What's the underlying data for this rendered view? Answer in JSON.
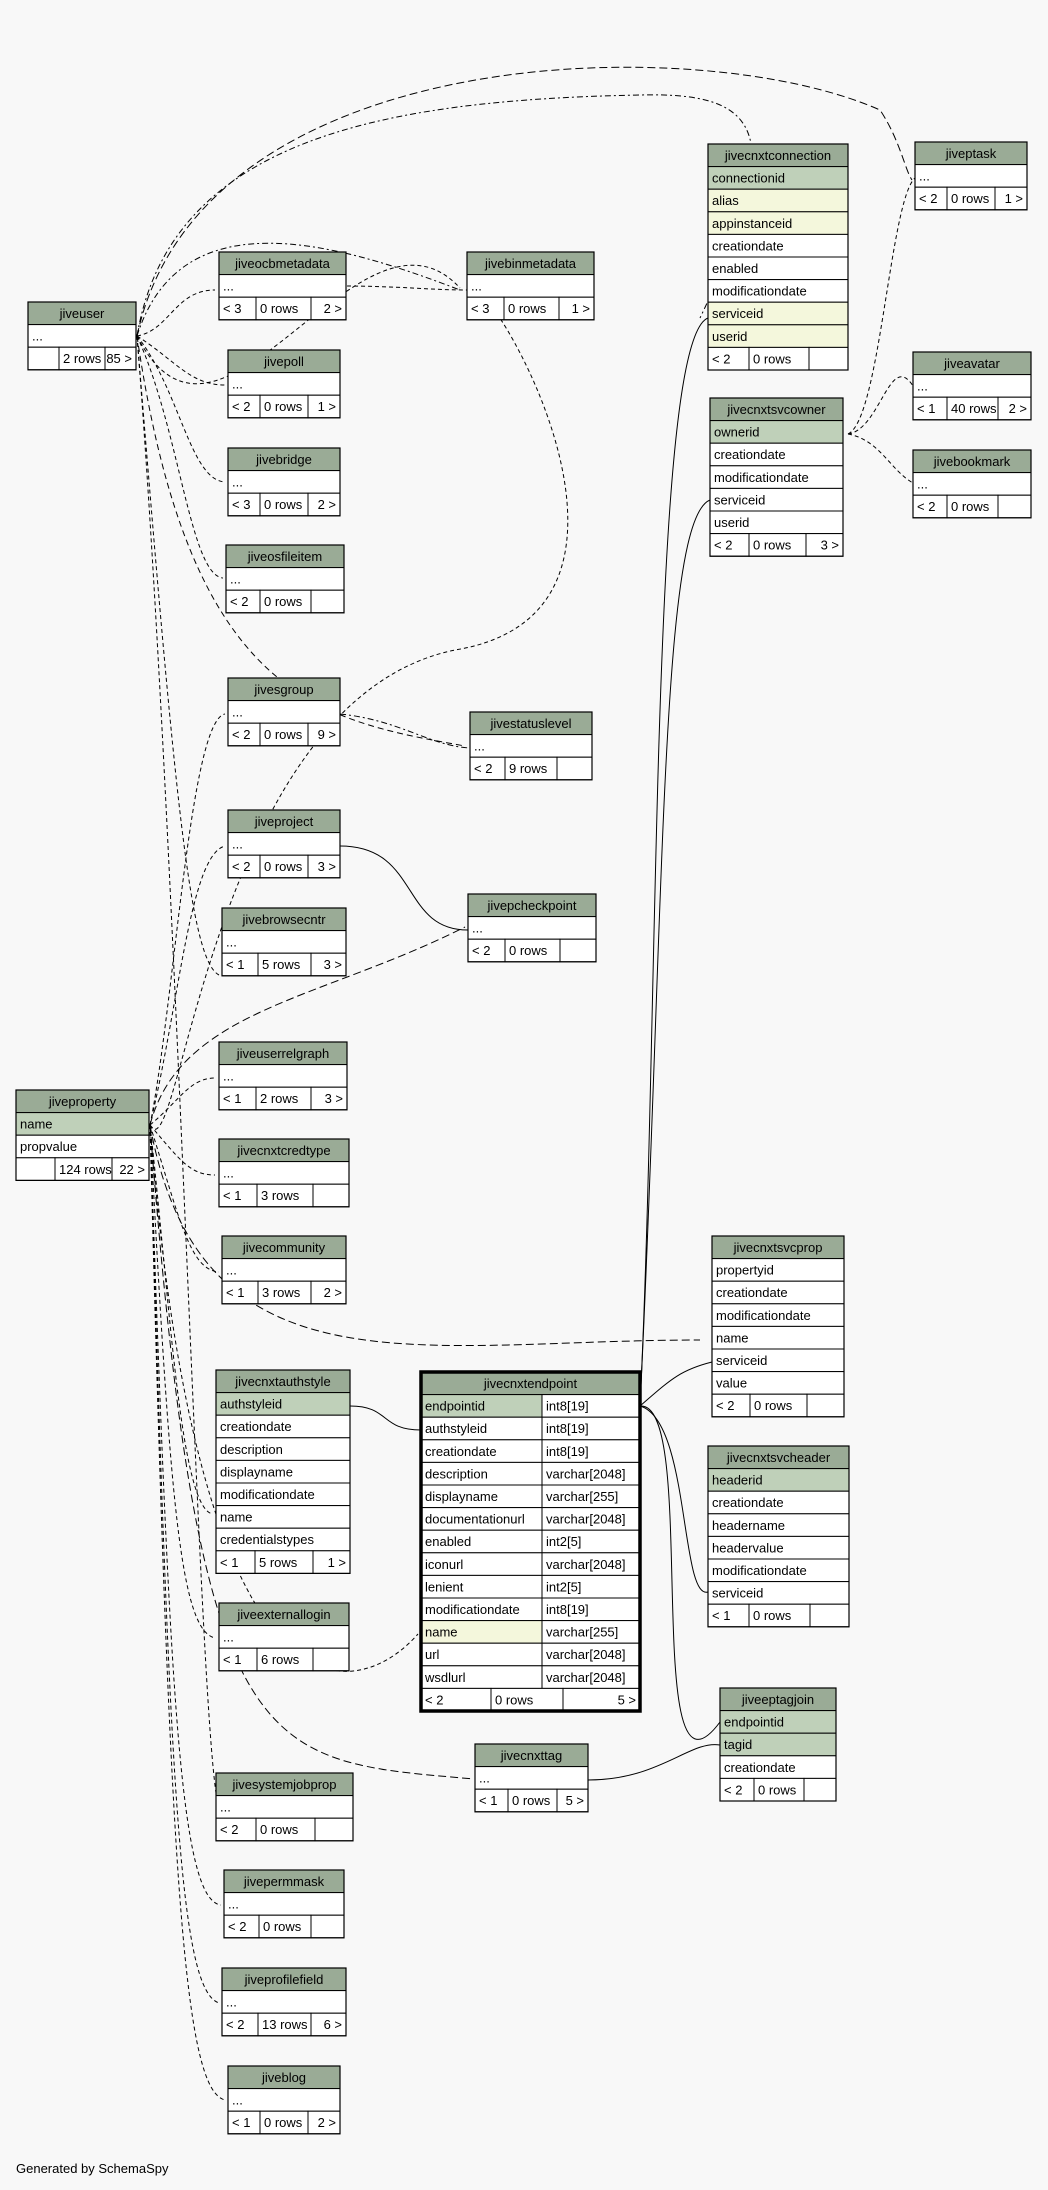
{
  "footer": "Generated by SchemaSpy",
  "colors": {
    "header": "#9aab96",
    "key": "#bfd0b9",
    "highlight": "#f4f7dc",
    "background": "#f8f8f8",
    "line": "#000000"
  },
  "tables": [
    {
      "id": "jiveuser",
      "name": "jiveuser",
      "columns": [
        {
          "name": "..."
        }
      ],
      "footer": [
        "",
        "2 rows",
        "85 >"
      ]
    },
    {
      "id": "jiveocbmetadata",
      "name": "jiveocbmetadata",
      "columns": [
        {
          "name": "..."
        }
      ],
      "footer": [
        "< 3",
        "0 rows",
        "2 >"
      ]
    },
    {
      "id": "jivebinmetadata",
      "name": "jivebinmetadata",
      "columns": [
        {
          "name": "..."
        }
      ],
      "footer": [
        "< 3",
        "0 rows",
        "1 >"
      ]
    },
    {
      "id": "jivecnxtconnection",
      "name": "jivecnxtconnection",
      "columns": [
        {
          "name": "connectionid",
          "style": "key"
        },
        {
          "name": "alias",
          "style": "hl"
        },
        {
          "name": "appinstanceid",
          "style": "hl"
        },
        {
          "name": "creationdate"
        },
        {
          "name": "enabled"
        },
        {
          "name": "modificationdate"
        },
        {
          "name": "serviceid",
          "style": "hl"
        },
        {
          "name": "userid",
          "style": "hl"
        }
      ],
      "footer": [
        "< 2",
        "0 rows",
        ""
      ]
    },
    {
      "id": "jiveptask",
      "name": "jiveptask",
      "columns": [
        {
          "name": "..."
        }
      ],
      "footer": [
        "< 2",
        "0 rows",
        "1 >"
      ]
    },
    {
      "id": "jivepoll",
      "name": "jivepoll",
      "columns": [
        {
          "name": "..."
        }
      ],
      "footer": [
        "< 2",
        "0 rows",
        "1 >"
      ]
    },
    {
      "id": "jiveavatar",
      "name": "jiveavatar",
      "columns": [
        {
          "name": "..."
        }
      ],
      "footer": [
        "< 1",
        "40 rows",
        "2 >"
      ]
    },
    {
      "id": "jivecnxtsvcowner",
      "name": "jivecnxtsvcowner",
      "columns": [
        {
          "name": "ownerid",
          "style": "key"
        },
        {
          "name": "creationdate"
        },
        {
          "name": "modificationdate"
        },
        {
          "name": "serviceid"
        },
        {
          "name": "userid"
        }
      ],
      "footer": [
        "< 2",
        "0 rows",
        "3 >"
      ]
    },
    {
      "id": "jivebookmark",
      "name": "jivebookmark",
      "columns": [
        {
          "name": "..."
        }
      ],
      "footer": [
        "< 2",
        "0 rows",
        ""
      ]
    },
    {
      "id": "jivebridge",
      "name": "jivebridge",
      "columns": [
        {
          "name": "..."
        }
      ],
      "footer": [
        "< 3",
        "0 rows",
        "2 >"
      ]
    },
    {
      "id": "jiveosfileitem",
      "name": "jiveosfileitem",
      "columns": [
        {
          "name": "..."
        }
      ],
      "footer": [
        "< 2",
        "0 rows",
        ""
      ]
    },
    {
      "id": "jivesgroup",
      "name": "jivesgroup",
      "columns": [
        {
          "name": "..."
        }
      ],
      "footer": [
        "< 2",
        "0 rows",
        "9 >"
      ]
    },
    {
      "id": "jivestatuslevel",
      "name": "jivestatuslevel",
      "columns": [
        {
          "name": "..."
        }
      ],
      "footer": [
        "< 2",
        "9 rows",
        ""
      ]
    },
    {
      "id": "jiveproject",
      "name": "jiveproject",
      "columns": [
        {
          "name": "..."
        }
      ],
      "footer": [
        "< 2",
        "0 rows",
        "3 >"
      ]
    },
    {
      "id": "jivepcheckpoint",
      "name": "jivepcheckpoint",
      "columns": [
        {
          "name": "..."
        }
      ],
      "footer": [
        "< 2",
        "0 rows",
        ""
      ]
    },
    {
      "id": "jivebrowsecntr",
      "name": "jivebrowsecntr",
      "columns": [
        {
          "name": "..."
        }
      ],
      "footer": [
        "< 1",
        "5 rows",
        "3 >"
      ]
    },
    {
      "id": "jiveuserrelgraph",
      "name": "jiveuserrelgraph",
      "columns": [
        {
          "name": "..."
        }
      ],
      "footer": [
        "< 1",
        "2 rows",
        "3 >"
      ]
    },
    {
      "id": "jiveproperty",
      "name": "jiveproperty",
      "columns": [
        {
          "name": "name",
          "style": "key"
        },
        {
          "name": "propvalue"
        }
      ],
      "footer": [
        "",
        "124 rows",
        "22 >"
      ]
    },
    {
      "id": "jivecnxtcredtype",
      "name": "jivecnxtcredtype",
      "columns": [
        {
          "name": "..."
        }
      ],
      "footer": [
        "< 1",
        "3 rows",
        ""
      ]
    },
    {
      "id": "jivecommunity",
      "name": "jivecommunity",
      "columns": [
        {
          "name": "..."
        }
      ],
      "footer": [
        "< 1",
        "3 rows",
        "2 >"
      ]
    },
    {
      "id": "jivecnxtsvcprop",
      "name": "jivecnxtsvcprop",
      "columns": [
        {
          "name": "propertyid"
        },
        {
          "name": "creationdate"
        },
        {
          "name": "modificationdate"
        },
        {
          "name": "name"
        },
        {
          "name": "serviceid"
        },
        {
          "name": "value"
        }
      ],
      "footer": [
        "< 2",
        "0 rows",
        ""
      ]
    },
    {
      "id": "jivecnxtauthstyle",
      "name": "jivecnxtauthstyle",
      "columns": [
        {
          "name": "authstyleid",
          "style": "key"
        },
        {
          "name": "creationdate"
        },
        {
          "name": "description"
        },
        {
          "name": "displayname"
        },
        {
          "name": "modificationdate"
        },
        {
          "name": "name"
        },
        {
          "name": "credentialstypes"
        }
      ],
      "footer": [
        "< 1",
        "5 rows",
        "1 >"
      ]
    },
    {
      "id": "jivecnxtendpoint",
      "name": "jivecnxtendpoint",
      "focus": true,
      "columns": [
        {
          "name": "endpointid",
          "type": "int8[19]",
          "style": "key"
        },
        {
          "name": "authstyleid",
          "type": "int8[19]"
        },
        {
          "name": "creationdate",
          "type": "int8[19]"
        },
        {
          "name": "description",
          "type": "varchar[2048]"
        },
        {
          "name": "displayname",
          "type": "varchar[255]"
        },
        {
          "name": "documentationurl",
          "type": "varchar[2048]"
        },
        {
          "name": "enabled",
          "type": "int2[5]"
        },
        {
          "name": "iconurl",
          "type": "varchar[2048]"
        },
        {
          "name": "lenient",
          "type": "int2[5]"
        },
        {
          "name": "modificationdate",
          "type": "int8[19]"
        },
        {
          "name": "name",
          "type": "varchar[255]",
          "style": "hl"
        },
        {
          "name": "url",
          "type": "varchar[2048]"
        },
        {
          "name": "wsdlurl",
          "type": "varchar[2048]"
        }
      ],
      "footer": [
        "< 2",
        "0 rows",
        "5 >"
      ]
    },
    {
      "id": "jivecnxtsvcheader",
      "name": "jivecnxtsvcheader",
      "columns": [
        {
          "name": "headerid",
          "style": "key"
        },
        {
          "name": "creationdate"
        },
        {
          "name": "headername"
        },
        {
          "name": "headervalue"
        },
        {
          "name": "modificationdate"
        },
        {
          "name": "serviceid"
        }
      ],
      "footer": [
        "< 1",
        "0 rows",
        ""
      ]
    },
    {
      "id": "jiveexternallogin",
      "name": "jiveexternallogin",
      "columns": [
        {
          "name": "..."
        }
      ],
      "footer": [
        "< 1",
        "6 rows",
        ""
      ]
    },
    {
      "id": "jiveeptagjoin",
      "name": "jiveeptagjoin",
      "columns": [
        {
          "name": "endpointid",
          "style": "key"
        },
        {
          "name": "tagid",
          "style": "key"
        },
        {
          "name": "creationdate"
        }
      ],
      "footer": [
        "< 2",
        "0 rows",
        ""
      ]
    },
    {
      "id": "jivecnxttag",
      "name": "jivecnxttag",
      "columns": [
        {
          "name": "..."
        }
      ],
      "footer": [
        "< 1",
        "0 rows",
        "5 >"
      ]
    },
    {
      "id": "jivesystemjobprop",
      "name": "jivesystemjobprop",
      "columns": [
        {
          "name": "..."
        }
      ],
      "footer": [
        "< 2",
        "0 rows",
        ""
      ]
    },
    {
      "id": "jivepermmask",
      "name": "jivepermmask",
      "columns": [
        {
          "name": "..."
        }
      ],
      "footer": [
        "< 2",
        "0 rows",
        ""
      ]
    },
    {
      "id": "jiveprofilefield",
      "name": "jiveprofilefield",
      "columns": [
        {
          "name": "..."
        }
      ],
      "footer": [
        "< 2",
        "13 rows",
        "6 >"
      ]
    },
    {
      "id": "jiveblog",
      "name": "jiveblog",
      "columns": [
        {
          "name": "..."
        }
      ],
      "footer": [
        "< 1",
        "0 rows",
        "2 >"
      ]
    }
  ]
}
